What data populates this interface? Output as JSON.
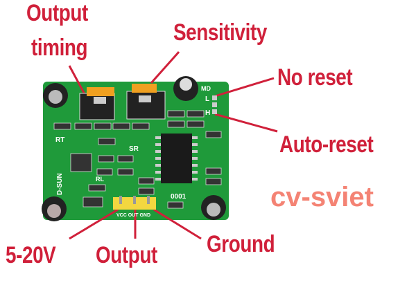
{
  "labels": {
    "output_timing_line1": "Output",
    "output_timing_line2": "timing",
    "sensitivity": "Sensitivity",
    "no_reset": "No reset",
    "auto_reset": "Auto-reset",
    "vcc": "5-20V",
    "output": "Output",
    "ground": "Ground"
  },
  "board": {
    "silkscreen": {
      "md": "MD",
      "l": "L",
      "h": "H",
      "rt": "RT",
      "sr": "SR",
      "rl": "RL",
      "brand": "D-SUN",
      "code": "0001",
      "pins": "VCC OUT GND"
    }
  },
  "watermark": "cv-sviet",
  "colors": {
    "label": "#d0203a",
    "pcb": "#1f9a3a",
    "pot": "#f0a020"
  }
}
